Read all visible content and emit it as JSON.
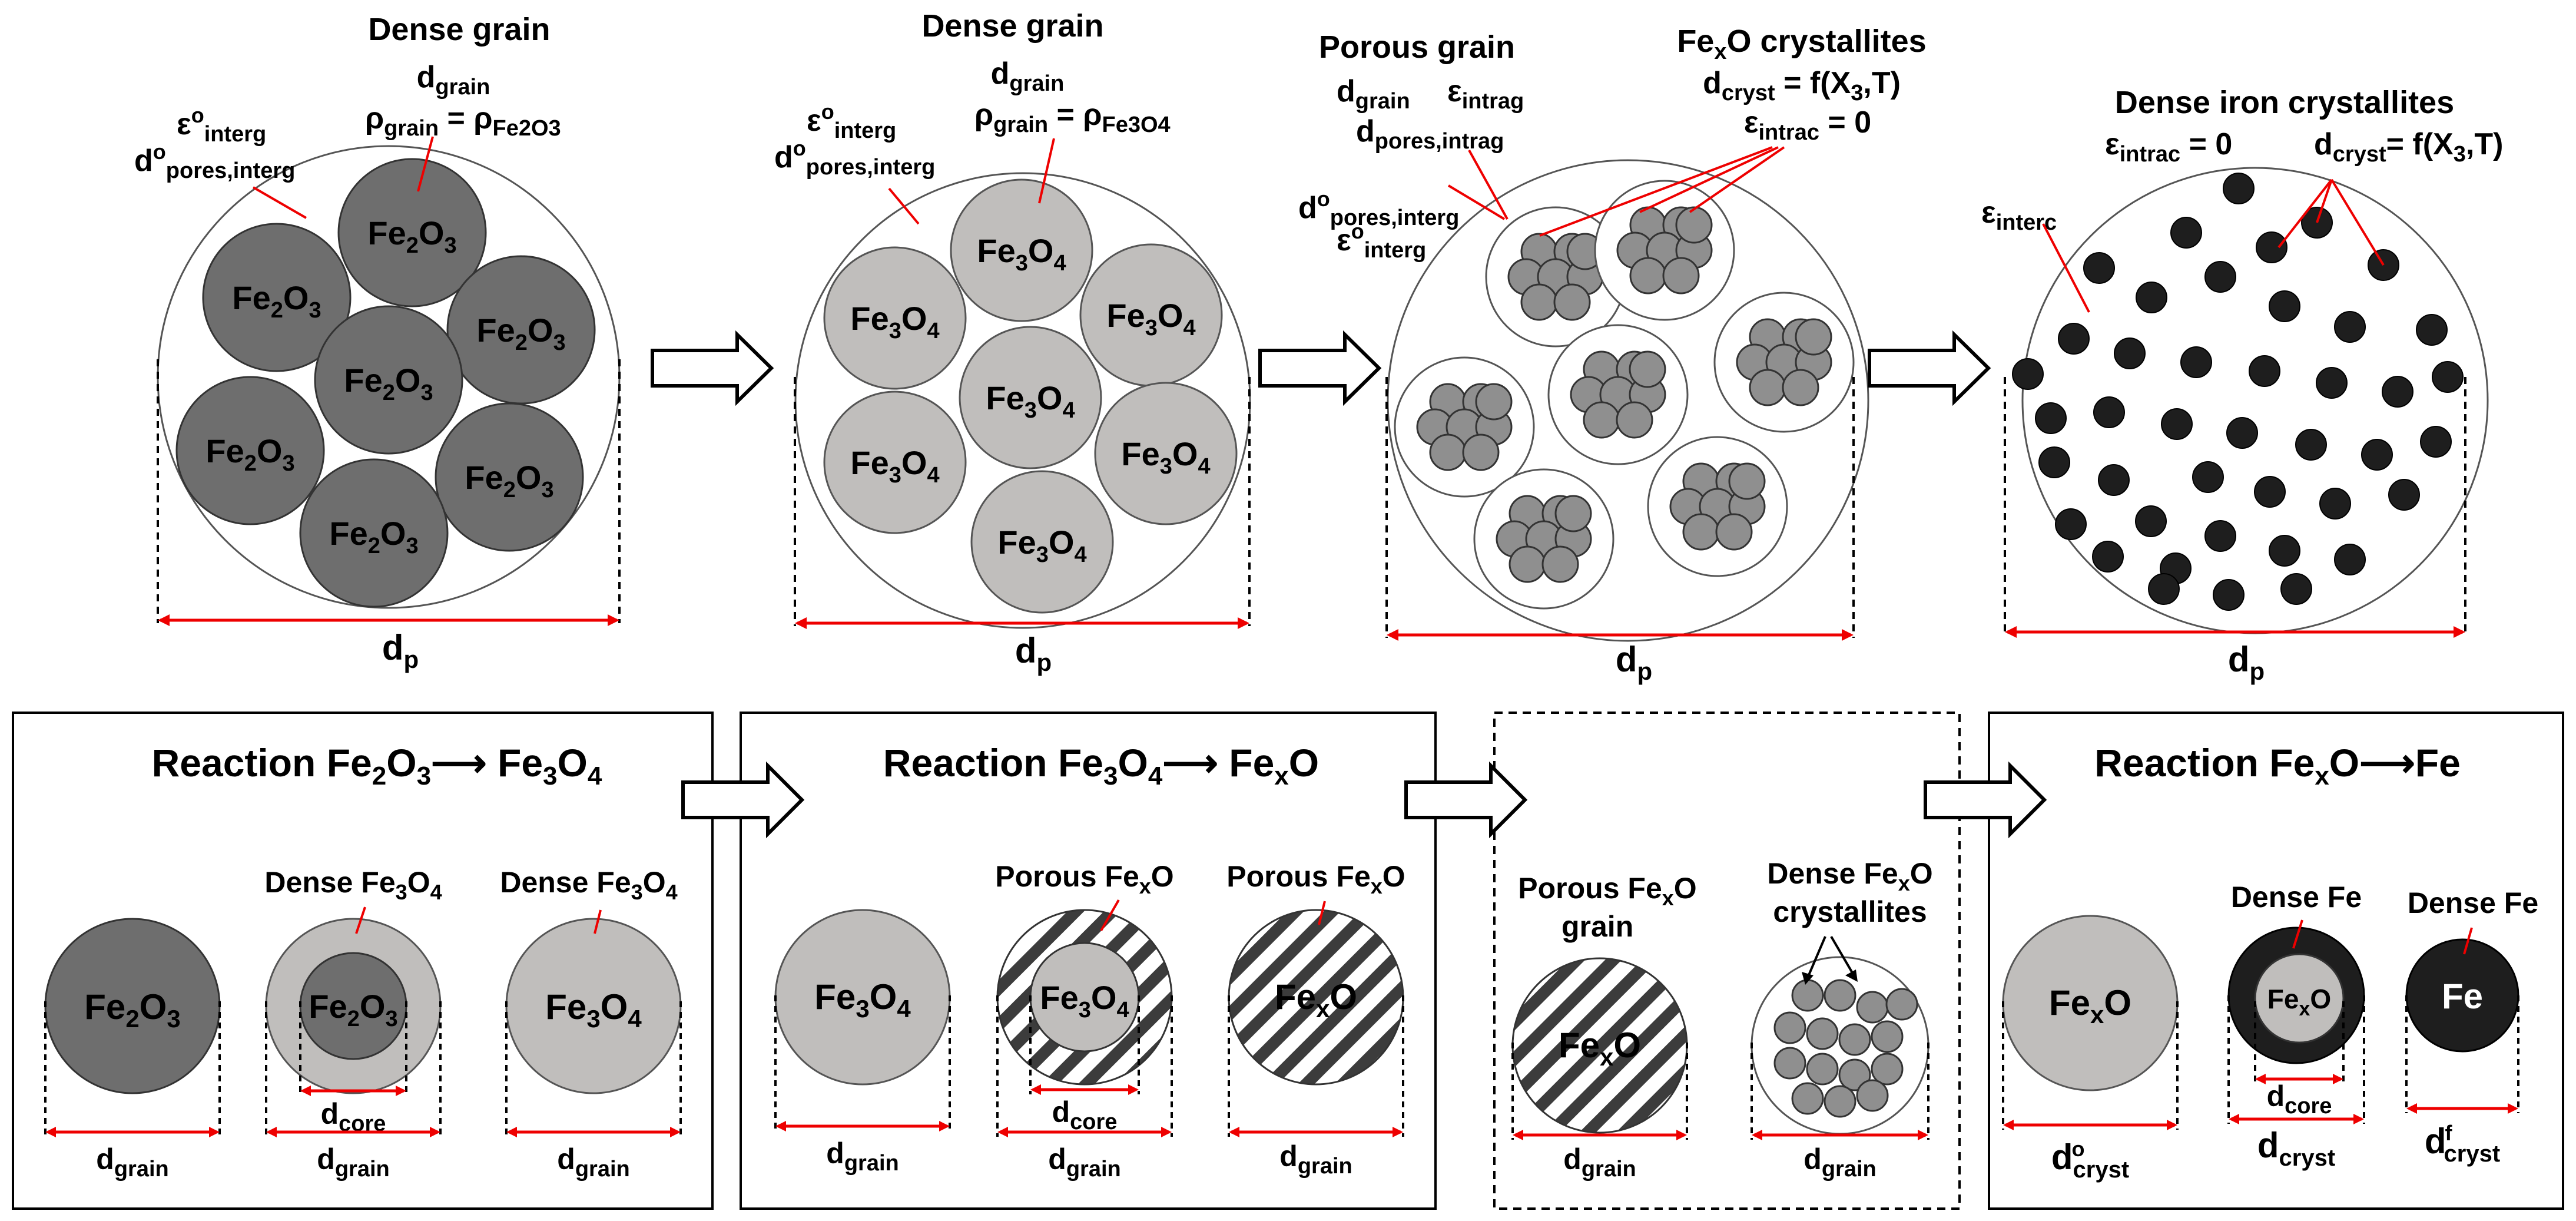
{
  "top": {
    "stage1": {
      "title": "Dense grain",
      "d_grain": "d",
      "d_grain_sub": "grain",
      "rho": "ρ",
      "rho_sub": "grain",
      "rho_eq": " = ρ",
      "rho_rhs_sub": "Fe2O3",
      "eps_interg": "ε",
      "eps_interg_sup": "o",
      "eps_interg_sub": "interg",
      "dpores": "d",
      "dpores_sup": "o",
      "dpores_sub": "pores,interg",
      "grain_label": [
        "Fe",
        "2",
        "O",
        "3"
      ],
      "dp": "d",
      "dp_sub": "p"
    },
    "stage2": {
      "title": "Dense grain",
      "d_grain": "d",
      "d_grain_sub": "grain",
      "rho": "ρ",
      "rho_sub": "grain",
      "rho_eq": " = ρ",
      "rho_rhs_sub": "Fe3O4",
      "eps_interg": "ε",
      "eps_interg_sup": "o",
      "eps_interg_sub": "interg",
      "dpores": "d",
      "dpores_sup": "o",
      "dpores_sub": "pores,interg",
      "grain_label": [
        "Fe",
        "3",
        "O",
        "4"
      ],
      "dp": "d",
      "dp_sub": "p"
    },
    "stage3": {
      "title": "Porous grain",
      "d_grain": "d",
      "d_grain_sub": "grain",
      "eps_intrag": "ε",
      "eps_intrag_sub": "intrag",
      "dpores_intrag": "d",
      "dpores_intrag_sub": "pores,intrag",
      "dpores_interg": "d",
      "dpores_interg_sup": "o",
      "dpores_interg_sub": "pores,interg",
      "eps_interg": "ε",
      "eps_interg_sup": "o",
      "eps_interg_sub": "interg",
      "fexo_title_a": "Fe",
      "fexo_title_sub": "x",
      "fexo_title_b": "O crystallites",
      "dcryst": "d",
      "dcryst_sub": "cryst",
      "dcryst_eq": " = f(X",
      "dcryst_eq_sub": "3",
      "dcryst_eq_end": ",T)",
      "eps_intrac": "ε",
      "eps_intrac_sub": "intrac",
      "eps_intrac_eq": " = 0",
      "dp": "d",
      "dp_sub": "p"
    },
    "stage4": {
      "title": "Dense iron crystallites",
      "eps_intrac": "ε",
      "eps_intrac_sub": "intrac",
      "eps_intrac_eq": " = 0",
      "dcryst": "d",
      "dcryst_sub": "cryst",
      "dcryst_eq": "= f(X",
      "dcryst_eq_sub": "3",
      "dcryst_eq_end": ",T)",
      "eps_interc": "ε",
      "eps_interc_sub": "interc",
      "dp": "d",
      "dp_sub": "p"
    }
  },
  "bottom": {
    "box1": {
      "title_a": "Reaction Fe",
      "title_s1": "2",
      "title_b": "O",
      "title_s2": "3",
      "title_c": "⟶ Fe",
      "title_s3": "3",
      "title_d": "O",
      "title_s4": "4",
      "g1": [
        "Fe",
        "2",
        "O",
        "3"
      ],
      "g2_outer": [
        "Dense Fe",
        "3",
        "O",
        "4"
      ],
      "g2_core": [
        "Fe",
        "2",
        "O",
        "3"
      ],
      "g3_outer": [
        "Dense Fe",
        "3",
        "O",
        "4"
      ],
      "g3": [
        "Fe",
        "3",
        "O",
        "4"
      ],
      "dgrain": "d",
      "dgrain_sub": "grain",
      "dcore": "d",
      "dcore_sub": "core"
    },
    "box2": {
      "title_a": "Reaction Fe",
      "title_s1": "3",
      "title_b": "O",
      "title_s2": "4",
      "title_c": "⟶ Fe",
      "title_s3": "x",
      "title_d": "O",
      "g1": [
        "Fe",
        "3",
        "O",
        "4"
      ],
      "g2_outer": [
        "Porous Fe",
        "x",
        "O"
      ],
      "g2_core": [
        "Fe",
        "3",
        "O",
        "4"
      ],
      "g3_outer": [
        "Porous Fe",
        "x",
        "O"
      ],
      "g3": [
        "Fe",
        "x",
        "O"
      ],
      "dgrain": "d",
      "dgrain_sub": "grain",
      "dcore": "d",
      "dcore_sub": "core"
    },
    "box3": {
      "g1_label_a": "Porous Fe",
      "g1_label_sub": "x",
      "g1_label_b": "O",
      "g1_label_line2": "grain",
      "g1": [
        "Fe",
        "x",
        "O"
      ],
      "g2_label_a": "Dense Fe",
      "g2_label_sub": "x",
      "g2_label_b": "O",
      "g2_label_line2": "crystallites",
      "dgrain": "d",
      "dgrain_sub": "grain"
    },
    "box4": {
      "title_a": "Reaction Fe",
      "title_s1": "x",
      "title_b": "O⟶Fe",
      "g1": [
        "Fe",
        "x",
        "O"
      ],
      "g2_outer": "Dense Fe",
      "g2_core": [
        "Fe",
        "x",
        "O"
      ],
      "g3_outer": "Dense Fe",
      "g3": "Fe",
      "dcryst": "d",
      "dcryst_sub": "cryst",
      "dcryst0_sup": "o",
      "dcrystf_sup": "f",
      "dcore": "d",
      "dcore_sub": "core"
    }
  }
}
